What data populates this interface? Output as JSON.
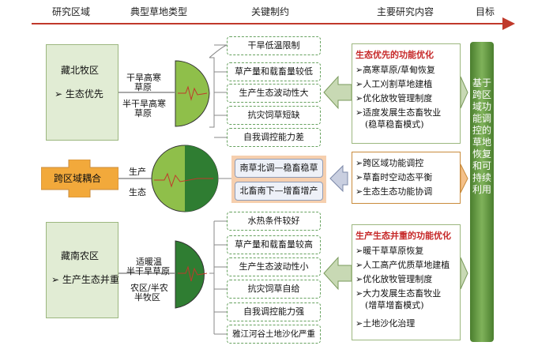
{
  "headers": {
    "research_area": "研究区域",
    "grassland_type": "典型草地类型",
    "key_constraints": "关键制约",
    "research_content": "主要研究内容",
    "goal": "目标"
  },
  "regions": {
    "north": {
      "name": "藏北牧区",
      "strategy": "生态优先"
    },
    "cross": {
      "name": "跨区域耦合"
    },
    "south": {
      "name": "藏南农区",
      "strategy": "生产生态并重"
    }
  },
  "grass_types": {
    "north_1": "干旱高寒",
    "north_2": "草原",
    "north_3": "半干旱高寒",
    "north_4": "草原",
    "cross_prod": "生产",
    "cross_eco": "生态",
    "south_1": "适暖温",
    "south_2": "半干旱草原",
    "south_3": "农区/半农",
    "south_4": "半牧区"
  },
  "constraints": {
    "north": [
      "干旱低温限制",
      "草产量和载畜量较低",
      "生产生态波动性大",
      "抗灾饲草短缺",
      "自我调控能力差"
    ],
    "cross": [
      "南草北调—稳畜稳草",
      "北畜南下—增畜增产"
    ],
    "south": [
      "水热条件较好",
      "草产量和载畜量较高",
      "生产生态波动性小",
      "抗灾饲草自给",
      "自我调控能力强",
      "雅江河谷土地沙化严重"
    ]
  },
  "contents": {
    "north": {
      "title": "生态优先的功能优化",
      "items": [
        "高寒草原/草甸恢复",
        "人工刈割草地建植",
        "优化放牧管理制度",
        "适度发展生态畜牧业"
      ],
      "sub": "(稳草稳畜模式)"
    },
    "cross": {
      "items": [
        "跨区域功能调控",
        "草畜时空动态平衡",
        "生态生态功能协调"
      ]
    },
    "south": {
      "title": "生产生态并重的功能优化",
      "items": [
        "暖干草草原恢复",
        "人工高产优质草地建植",
        "优化放牧管理制度",
        "大力发展生态畜牧业"
      ],
      "sub": "(增草增畜模式)",
      "last": "土地沙化治理"
    }
  },
  "goal_text": "基于跨区域功能调控的草地恢复和可持续利用",
  "colors": {
    "green_light": "#e1ecd4",
    "green_dark": "#2f7d32",
    "orange": "#f2a93b",
    "peach": "#f6cfae",
    "arrow_red": "#c0392b"
  }
}
